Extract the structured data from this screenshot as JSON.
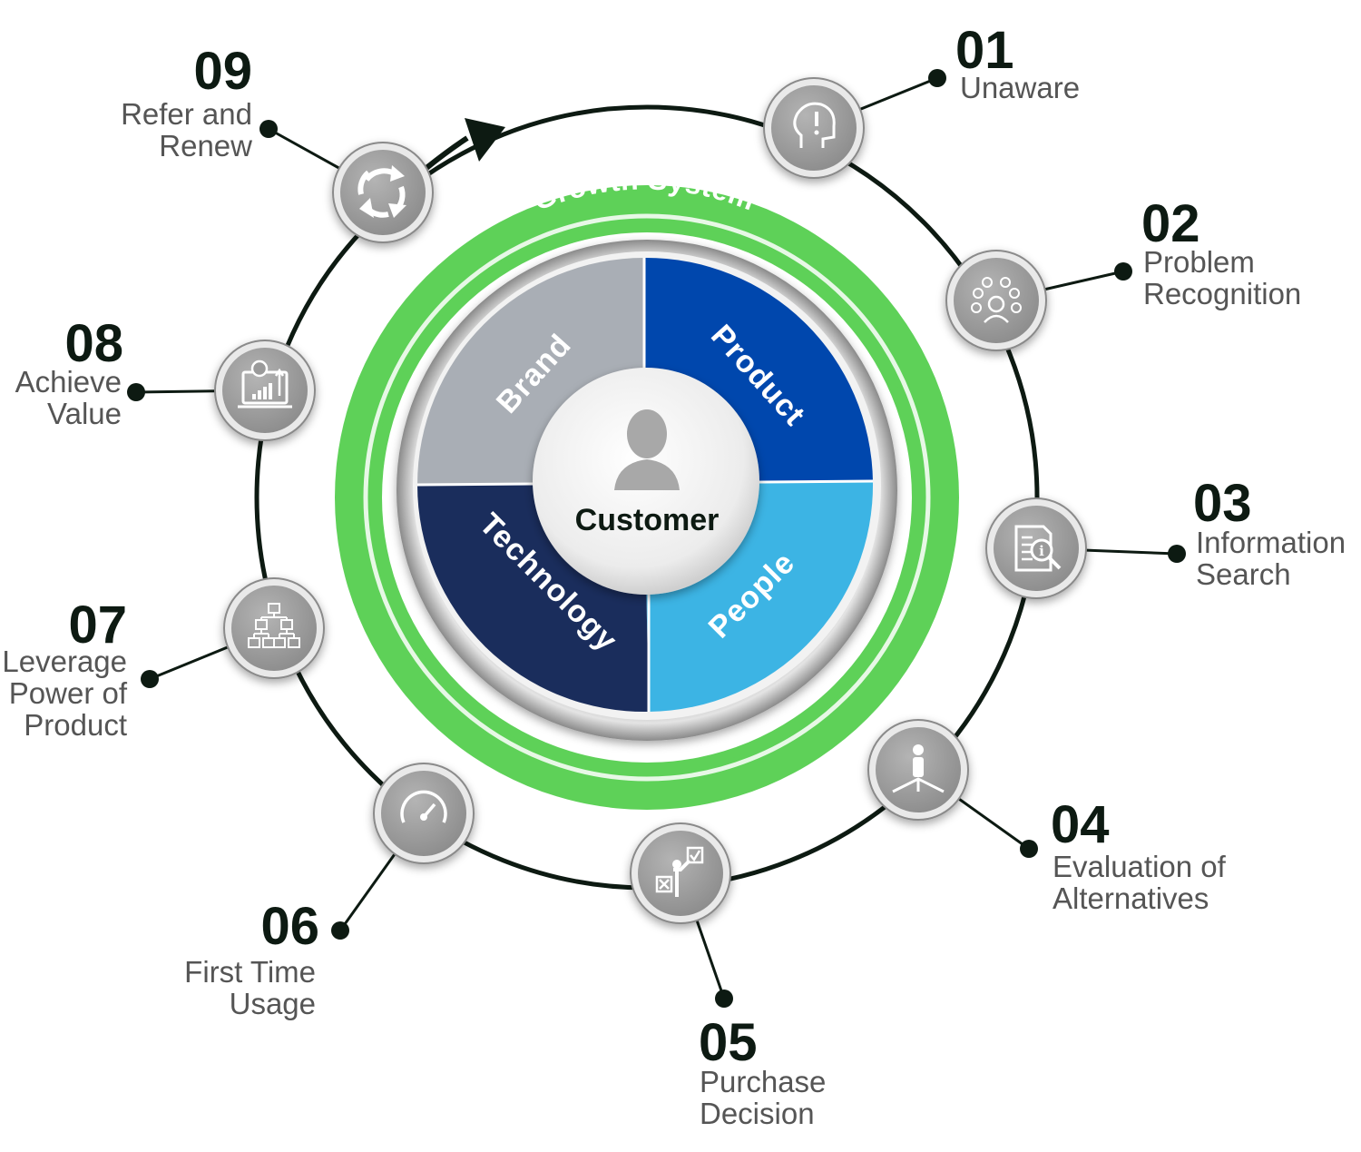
{
  "ring_title": "Growth System",
  "center_label": "Customer",
  "quadrants": [
    {
      "id": "brand",
      "label": "Brand",
      "color": "#a9aeb5"
    },
    {
      "id": "product",
      "label": "Product",
      "color": "#0047ad"
    },
    {
      "id": "people",
      "label": "People",
      "color": "#3cb4e4"
    },
    {
      "id": "technology",
      "label": "Technology",
      "color": "#1a2d5c"
    }
  ],
  "colors": {
    "green_ring": "#5ed158",
    "node": "#9a9a9a",
    "dark": "#0d1a12",
    "label": "#555555"
  },
  "stages": [
    {
      "number": "01",
      "lines": [
        "Unaware"
      ],
      "icon": "head-exclamation-icon"
    },
    {
      "number": "02",
      "lines": [
        "Problem",
        "Recognition"
      ],
      "icon": "person-ideas-icon"
    },
    {
      "number": "03",
      "lines": [
        "Information",
        "Search"
      ],
      "icon": "document-search-icon"
    },
    {
      "number": "04",
      "lines": [
        "Evaluation of",
        "Alternatives"
      ],
      "icon": "person-crossroads-icon"
    },
    {
      "number": "05",
      "lines": [
        "Purchase",
        "Decision"
      ],
      "icon": "person-checkbox-icon"
    },
    {
      "number": "06",
      "lines": [
        "First Time",
        "Usage"
      ],
      "icon": "gauge-icon"
    },
    {
      "number": "07",
      "lines": [
        "Leverage",
        "Power of",
        "Product"
      ],
      "icon": "hierarchy-icon"
    },
    {
      "number": "08",
      "lines": [
        "Achieve",
        "Value"
      ],
      "icon": "laptop-growth-icon"
    },
    {
      "number": "09",
      "lines": [
        "Refer and",
        "Renew"
      ],
      "icon": "recycle-arrows-icon"
    }
  ]
}
